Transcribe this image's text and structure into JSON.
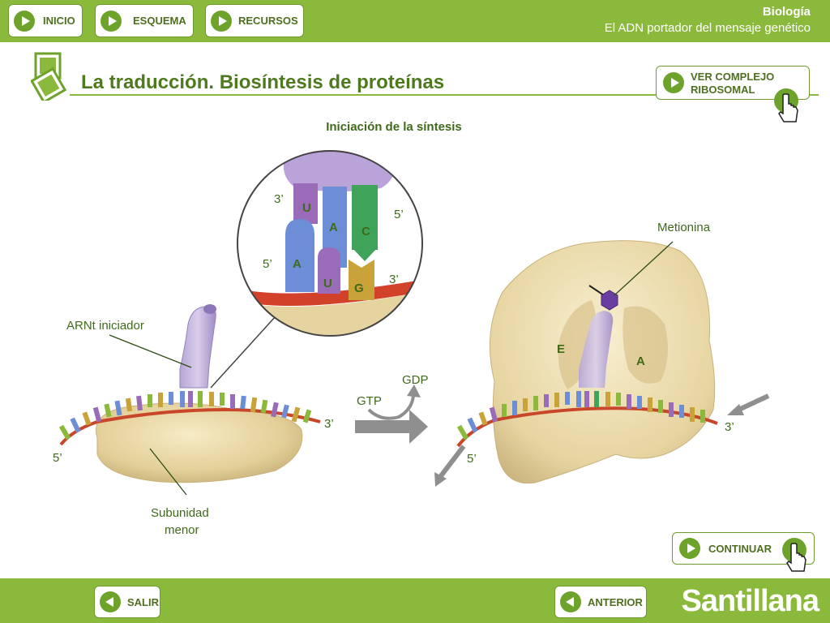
{
  "nav": {
    "inicio": "INICIO",
    "esquema": "ESQUEMA",
    "recursos": "RECURSOS"
  },
  "header": {
    "subject": "Biología",
    "topic": "El ADN portador del mensaje genético"
  },
  "page": {
    "title": "La traducción. Biosíntesis de proteínas",
    "ver_complejo_line1": "VER COMPLEJO",
    "ver_complejo_line2": "RIBOSOMAL",
    "subtitle": "Iniciación de la síntesis"
  },
  "diagram": {
    "zoom": {
      "trna_3": "3’",
      "trna_5": "5’",
      "mrna_5": "5’",
      "mrna_3": "3’",
      "anticodon": [
        "U",
        "A",
        "C"
      ],
      "codon": [
        "A",
        "U",
        "G"
      ]
    },
    "left": {
      "arnt": "ARNt iniciador",
      "subunit_line1": "Subunidad",
      "subunit_line2": "menor",
      "end_5": "5’",
      "end_3": "3’"
    },
    "middle": {
      "gtp": "GTP",
      "gdp": "GDP"
    },
    "right": {
      "metionina": "Metionina",
      "site_e": "E",
      "site_a": "A",
      "end_5": "5’",
      "end_3": "3’"
    }
  },
  "footer": {
    "continuar": "CONTINUAR",
    "salir": "SALIR",
    "anterior": "ANTERIOR",
    "brand": "Santillana"
  },
  "colors": {
    "bar_green": "#8bb93c",
    "text_green": "#3f6a1a",
    "button_green": "#6ea32b"
  }
}
